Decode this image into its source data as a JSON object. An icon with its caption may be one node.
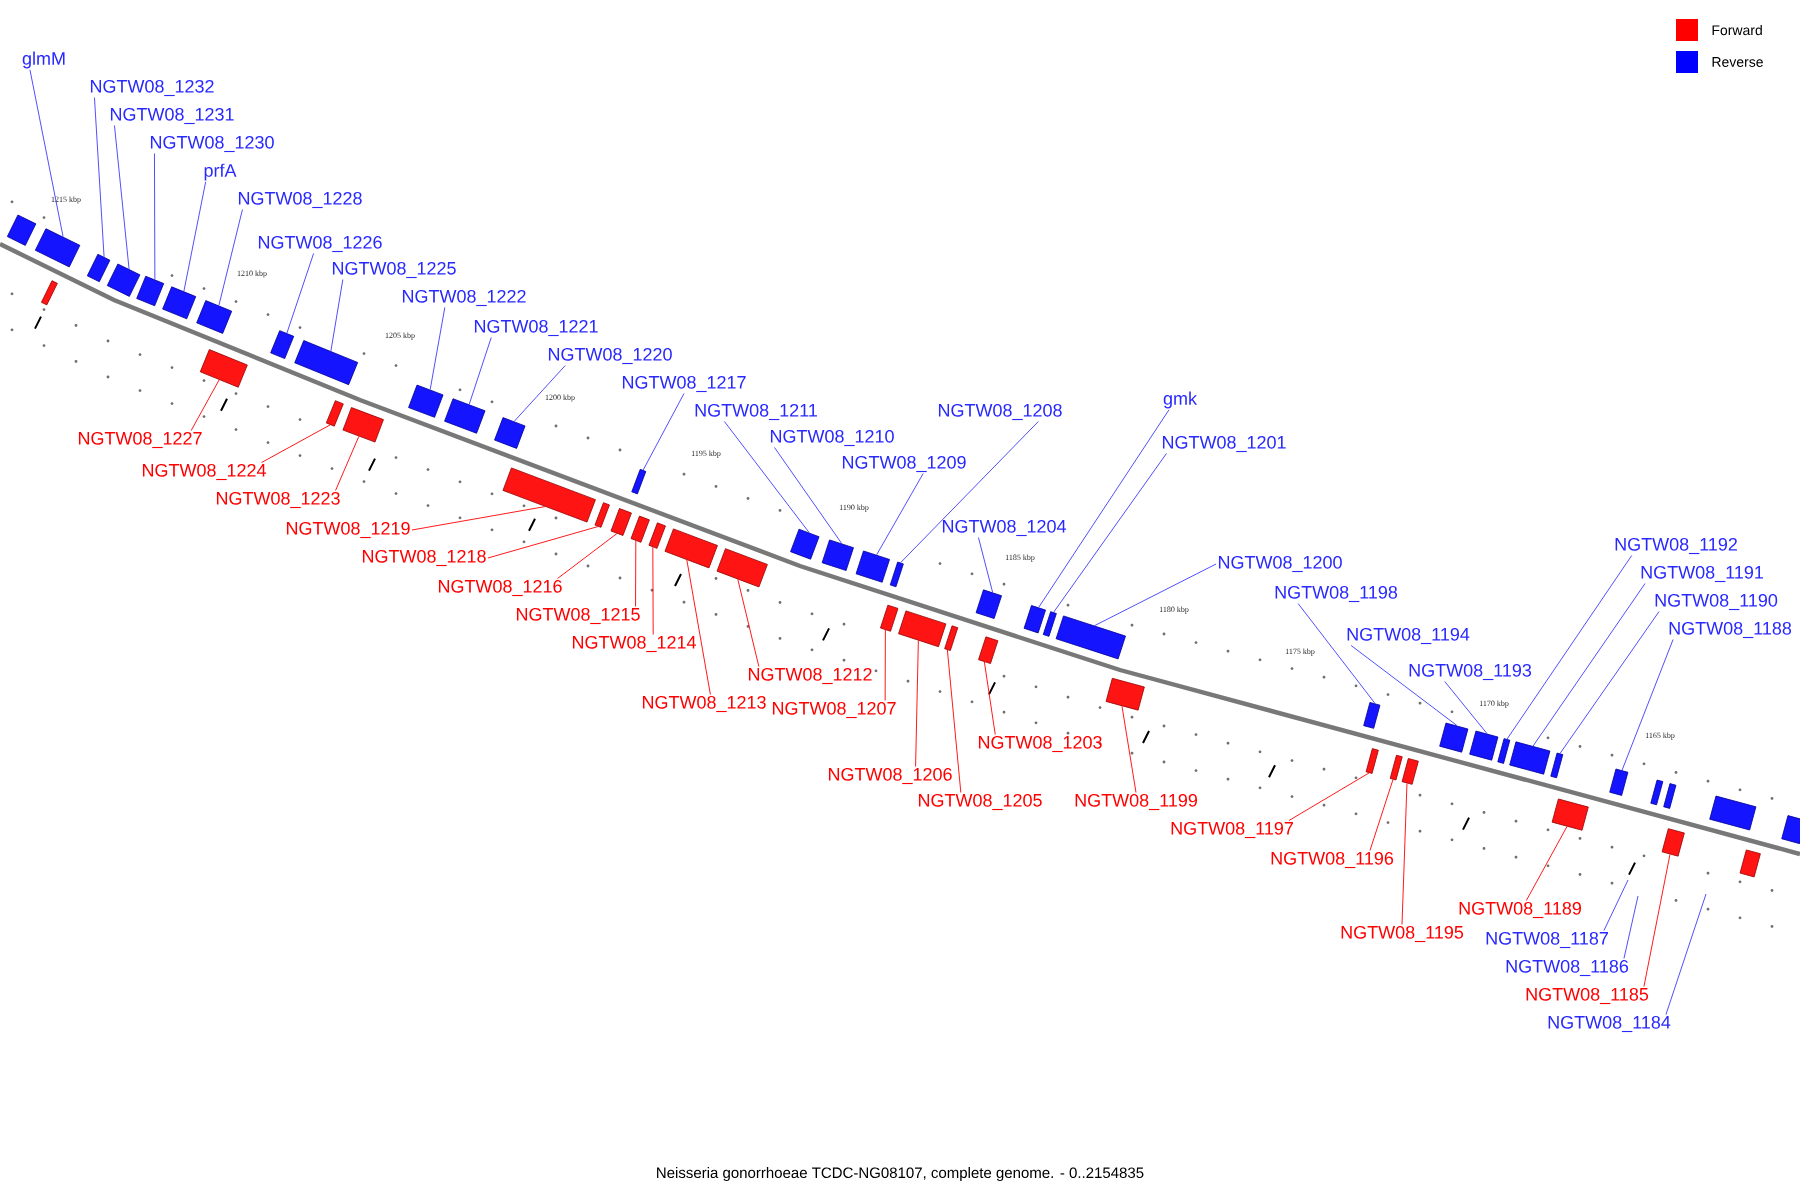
{
  "diagram": {
    "caption": "Neisseria gonorrhoeae TCDC-NG08107, complete genome. - 0..2154835",
    "nodes": [
      {
        "text": [
          "glmM"
        ]
      },
      {
        "text": [
          "NGTW08_1232"
        ]
      },
      {
        "text": [
          "NGTW08_1231"
        ]
      },
      {
        "text": [
          "NGTW08_1230"
        ]
      },
      {
        "text": [
          "prfA"
        ]
      },
      {
        "text": [
          "NGTW08_1228"
        ]
      },
      {
        "text": [
          "NGTW08_1226"
        ]
      },
      {
        "text": [
          "NGTW08_1225"
        ]
      },
      {
        "text": [
          "NGTW08_1222"
        ]
      },
      {
        "text": [
          "NGTW08_1221"
        ]
      },
      {
        "text": [
          "NGTW08_1220"
        ]
      },
      {
        "text": [
          "NGTW08_1217"
        ]
      },
      {
        "text": [
          "NGTW08_1211"
        ]
      },
      {
        "text": [
          "NGTW08_1210"
        ]
      },
      {
        "text": [
          "NGTW08_1209"
        ]
      },
      {
        "text": [
          "NGTW08_1208"
        ]
      },
      {
        "text": [
          "NGTW08_1204"
        ]
      },
      {
        "text": [
          "gmk"
        ]
      },
      {
        "text": [
          "NGTW08_1201"
        ]
      },
      {
        "text": [
          "NGTW08_1200"
        ]
      },
      {
        "text": [
          "NGTW08_1198"
        ]
      },
      {
        "text": [
          "NGTW08_1194"
        ]
      },
      {
        "text": [
          "NGTW08_1193"
        ]
      },
      {
        "text": [
          "NGTW08_1192"
        ]
      },
      {
        "text": [
          "NGTW08_1191"
        ]
      },
      {
        "text": [
          "NGTW08_1190"
        ]
      },
      {
        "text": [
          "NGTW08_1188"
        ]
      },
      {
        "text": [
          "NGTW08_1227"
        ]
      },
      {
        "text": [
          "NGTW08_1224"
        ]
      },
      {
        "text": [
          "NGTW08_1223"
        ]
      },
      {
        "text": [
          "NGTW08_1219"
        ]
      },
      {
        "text": [
          "NGTW08_1218"
        ]
      },
      {
        "text": [
          "NGTW08_1216"
        ]
      },
      {
        "text": [
          "NGTW08_1215"
        ]
      },
      {
        "text": [
          "NGTW08_1214"
        ]
      },
      {
        "text": [
          "NGTW08_1213"
        ]
      },
      {
        "text": [
          "NGTW08_1212"
        ]
      },
      {
        "text": [
          "NGTW08_1207"
        ]
      },
      {
        "text": [
          "NGTW08_1206"
        ]
      },
      {
        "text": [
          "NGTW08_1205"
        ]
      },
      {
        "text": [
          "NGTW08_1203"
        ]
      },
      {
        "text": [
          "NGTW08_1199"
        ]
      },
      {
        "text": [
          "NGTW08_1197"
        ]
      },
      {
        "text": [
          "NGTW08_1196"
        ]
      },
      {
        "text": [
          "NGTW08_1195"
        ]
      },
      {
        "text": [
          "NGTW08_1189"
        ]
      },
      {
        "text": [
          "NGTW08_1185"
        ]
      },
      {
        "text": [
          "NGTW08_1187"
        ]
      },
      {
        "text": [
          "NGTW08_1186"
        ]
      },
      {
        "text": [
          "NGTW08_1184"
        ]
      },
      {
        "text": [],
        "shape": "box"
      },
      {
        "text": [],
        "shape": "box"
      },
      {
        "text": [],
        "shape": "box"
      },
      {
        "text": [],
        "shape": "box"
      },
      {
        "text": [],
        "shape": "box"
      },
      {
        "text": [],
        "shape": "box"
      },
      {
        "text": [],
        "shape": "box"
      },
      {
        "text": [],
        "shape": "box"
      },
      {
        "text": [],
        "shape": "box"
      },
      {
        "text": [],
        "shape": "box"
      },
      {
        "text": [],
        "shape": "box"
      },
      {
        "text": [],
        "shape": "box"
      },
      {
        "text": [],
        "shape": "box"
      },
      {
        "text": [],
        "shape": "box"
      },
      {
        "text": [],
        "shape": "box"
      },
      {
        "text": [],
        "shape": "box"
      },
      {
        "text": [],
        "shape": "box"
      },
      {
        "text": [],
        "shape": "box"
      },
      {
        "text": [],
        "shape": "box"
      },
      {
        "text": [],
        "shape": "box"
      },
      {
        "text": [],
        "shape": "box"
      },
      {
        "text": [],
        "shape": "box"
      },
      {
        "text": [],
        "shape": "box"
      },
      {
        "text": [],
        "shape": "box"
      },
      {
        "text": [],
        "shape": "box"
      },
      {
        "text": [],
        "shape": "box"
      },
      {
        "text": [],
        "shape": "box"
      },
      {
        "text": [],
        "shape": "box"
      },
      {
        "text": [],
        "shape": "box"
      },
      {
        "text": [],
        "shape": "box"
      },
      {
        "text": [],
        "shape": "box"
      },
      {
        "text": [],
        "shape": "box"
      },
      {
        "text": [],
        "shape": "box"
      },
      {
        "text": [],
        "shape": "box"
      },
      {
        "text": [],
        "shape": "box"
      },
      {
        "text": [],
        "shape": "box"
      },
      {
        "text": [],
        "shape": "box"
      },
      {
        "text": [],
        "shape": "box"
      },
      {
        "text": [],
        "shape": "box"
      },
      {
        "text": [],
        "shape": "box"
      },
      {
        "text": [],
        "shape": "box"
      },
      {
        "text": [],
        "shape": "box"
      },
      {
        "text": [],
        "shape": "box"
      },
      {
        "text": [],
        "shape": "box"
      },
      {
        "text": [],
        "shape": "box"
      },
      {
        "text": [],
        "shape": "box"
      },
      {
        "text": [],
        "shape": "box"
      },
      {
        "text": [],
        "shape": "box"
      },
      {
        "text": [],
        "shape": "box"
      },
      {
        "text": [],
        "shape": "box"
      },
      {
        "text": [],
        "shape": "box"
      },
      {
        "text": [],
        "shape": "box"
      },
      {
        "text": [],
        "shape": "box"
      },
      {
        "text": [],
        "shape": "box"
      }
    ],
    "edges": [
      {
        "from": 0,
        "to": 51,
        "arrow": "none"
      },
      {
        "from": 1,
        "to": 52,
        "arrow": "none"
      },
      {
        "from": 2,
        "to": 53,
        "arrow": "none"
      },
      {
        "from": 3,
        "to": 54,
        "arrow": "none"
      },
      {
        "from": 4,
        "to": 55,
        "arrow": "none"
      },
      {
        "from": 5,
        "to": 56,
        "arrow": "none"
      },
      {
        "from": 6,
        "to": 57,
        "arrow": "none"
      },
      {
        "from": 7,
        "to": 58,
        "arrow": "none"
      },
      {
        "from": 8,
        "to": 59,
        "arrow": "none"
      },
      {
        "from": 9,
        "to": 60,
        "arrow": "none"
      },
      {
        "from": 10,
        "to": 61,
        "arrow": "none"
      },
      {
        "from": 11,
        "to": 62,
        "arrow": "none"
      },
      {
        "from": 12,
        "to": 63,
        "arrow": "none"
      },
      {
        "from": 13,
        "to": 64,
        "arrow": "none"
      },
      {
        "from": 14,
        "to": 65,
        "arrow": "none"
      },
      {
        "from": 15,
        "to": 66,
        "arrow": "none"
      },
      {
        "from": 16,
        "to": 67,
        "arrow": "none"
      },
      {
        "from": 17,
        "to": 68,
        "arrow": "none"
      },
      {
        "from": 18,
        "to": 69,
        "arrow": "none"
      },
      {
        "from": 19,
        "to": 70,
        "arrow": "none"
      },
      {
        "from": 20,
        "to": 71,
        "arrow": "none"
      },
      {
        "from": 21,
        "to": 72,
        "arrow": "none"
      },
      {
        "from": 22,
        "to": 73,
        "arrow": "none"
      },
      {
        "from": 23,
        "to": 74,
        "arrow": "none"
      },
      {
        "from": 24,
        "to": 75,
        "arrow": "none"
      },
      {
        "from": 25,
        "to": 76,
        "arrow": "none"
      },
      {
        "from": 26,
        "to": 77,
        "arrow": "none"
      },
      {
        "from": 27,
        "to": 83,
        "arrow": "none",
        "color": "#ff0000"
      },
      {
        "from": 28,
        "to": 84,
        "arrow": "none",
        "color": "#ff0000"
      },
      {
        "from": 29,
        "to": 85,
        "arrow": "none",
        "color": "#ff0000"
      },
      {
        "from": 30,
        "to": 86,
        "arrow": "none",
        "color": "#ff0000"
      },
      {
        "from": 31,
        "to": 87,
        "arrow": "none",
        "color": "#ff0000"
      },
      {
        "from": 32,
        "to": 88,
        "arrow": "none",
        "color": "#ff0000"
      },
      {
        "from": 33,
        "to": 89,
        "arrow": "none",
        "color": "#ff0000"
      },
      {
        "from": 34,
        "to": 90,
        "arrow": "none",
        "color": "#ff0000"
      },
      {
        "from": 35,
        "to": 91,
        "arrow": "none",
        "color": "#ff0000"
      },
      {
        "from": 36,
        "to": 92,
        "arrow": "none",
        "color": "#ff0000"
      },
      {
        "from": 37,
        "to": 93,
        "arrow": "none",
        "color": "#ff0000"
      },
      {
        "from": 38,
        "to": 94,
        "arrow": "none",
        "color": "#ff0000"
      },
      {
        "from": 39,
        "to": 95,
        "arrow": "none",
        "color": "#ff0000"
      },
      {
        "from": 40,
        "to": 96,
        "arrow": "none",
        "color": "#ff0000"
      },
      {
        "from": 41,
        "to": 97,
        "arrow": "none",
        "color": "#ff0000"
      },
      {
        "from": 42,
        "to": 98,
        "arrow": "none",
        "color": "#ff0000"
      },
      {
        "from": 43,
        "to": 99,
        "arrow": "none",
        "color": "#ff0000"
      },
      {
        "from": 44,
        "to": 100,
        "arrow": "none",
        "color": "#ff0000"
      },
      {
        "from": 45,
        "to": 101,
        "arrow": "none",
        "color": "#ff0000"
      },
      {
        "from": 46,
        "to": 102,
        "arrow": "none",
        "color": "#ff0000"
      },
      {
        "from": 47,
        "to": null,
        "arrow": "none"
      },
      {
        "from": 48,
        "to": null,
        "arrow": "none"
      },
      {
        "from": 49,
        "to": null,
        "arrow": "none"
      }
    ],
    "labels": [
      "1215 kbp",
      "1210 kbp",
      "1205 kbp",
      "1200 kbp",
      "1195 kbp",
      "1190 kbp",
      "1185 kbp",
      "1180 kbp",
      "1175 kbp",
      "1170 kbp",
      "1165 kbp"
    ],
    "legend": [
      {
        "text": "Forward",
        "color": "#ff0000"
      },
      {
        "text": "Reverse",
        "color": "#0000ff"
      }
    ]
  }
}
